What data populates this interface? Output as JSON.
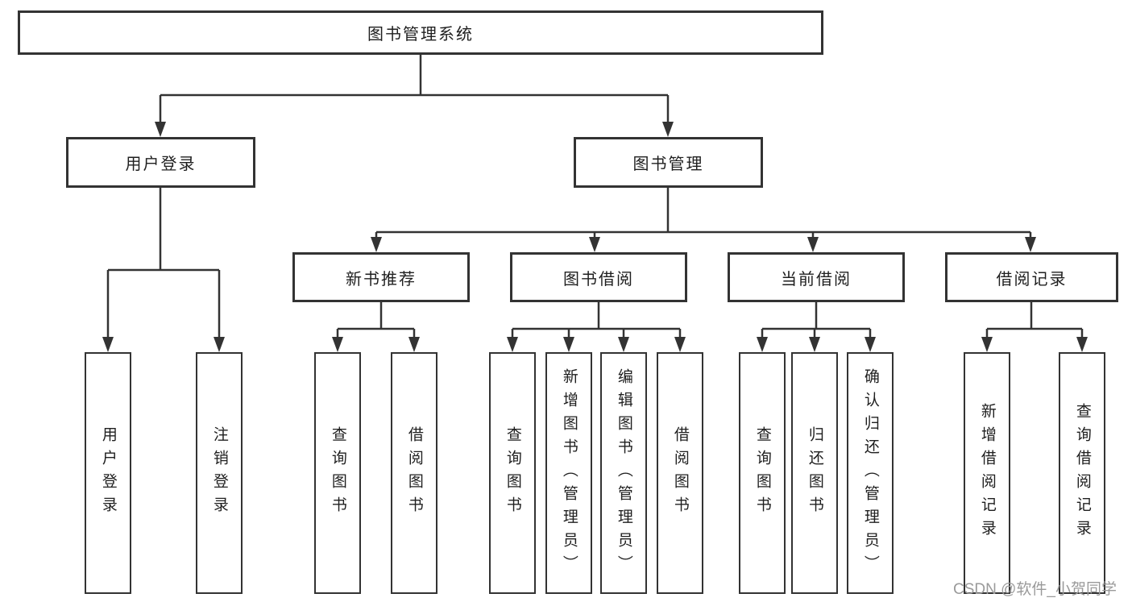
{
  "diagram": {
    "root": {
      "label": "图书管理系统",
      "children": [
        {
          "label": "用户登录",
          "children": [
            {
              "label": "用户登录"
            },
            {
              "label": "注销登录"
            }
          ]
        },
        {
          "label": "图书管理",
          "children": [
            {
              "label": "新书推荐",
              "children": [
                {
                  "label": "查询图书"
                },
                {
                  "label": "借阅图书"
                }
              ]
            },
            {
              "label": "图书借阅",
              "children": [
                {
                  "label": "查询图书"
                },
                {
                  "label": "新增图书（管理员）"
                },
                {
                  "label": "编辑图书（管理员）"
                },
                {
                  "label": "借阅图书"
                }
              ]
            },
            {
              "label": "当前借阅",
              "children": [
                {
                  "label": "查询图书"
                },
                {
                  "label": "归还图书"
                },
                {
                  "label": "确认归还（管理员）"
                }
              ]
            },
            {
              "label": "借阅记录",
              "children": [
                {
                  "label": "新增借阅记录"
                },
                {
                  "label": "查询借阅记录"
                }
              ]
            }
          ]
        }
      ]
    },
    "line_color": "#333333",
    "box_border_color": "#333333",
    "text_color": "#1f1f1f"
  },
  "watermark": {
    "text": "CSDN @软件_小贺同学",
    "color": "#9a9a9a"
  }
}
